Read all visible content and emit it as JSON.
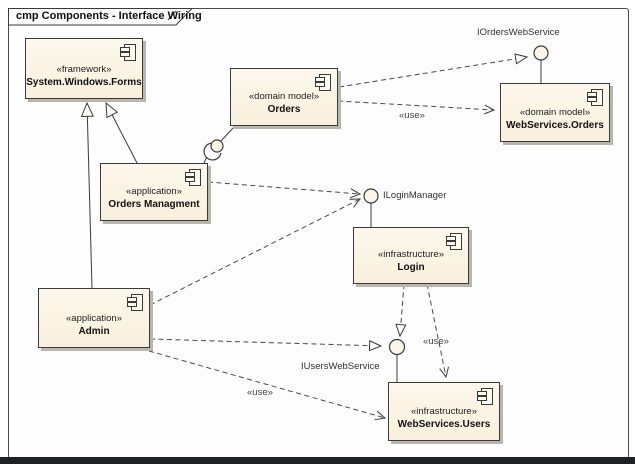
{
  "diagram": {
    "title": "cmp Components - Interface Wiring",
    "components": [
      {
        "id": "system-windows-forms",
        "stereotype": "«framework»",
        "name": "System.Windows.Forms"
      },
      {
        "id": "orders",
        "stereotype": "«domain model»",
        "name": "Orders"
      },
      {
        "id": "webservices-orders",
        "stereotype": "«domain model»",
        "name": "WebServices.Orders"
      },
      {
        "id": "orders-managment",
        "stereotype": "«application»",
        "name": "Orders Managment"
      },
      {
        "id": "login",
        "stereotype": "«infrastructure»",
        "name": "Login"
      },
      {
        "id": "admin",
        "stereotype": "«application»",
        "name": "Admin"
      },
      {
        "id": "webservices-users",
        "stereotype": "«infrastructure»",
        "name": "WebServices.Users"
      }
    ],
    "interfaces": [
      {
        "id": "iordersweb",
        "name": "IOrdersWebService"
      },
      {
        "id": "iloginmanager",
        "name": "ILoginManager"
      },
      {
        "id": "iusersweb",
        "name": "IUsersWebService"
      }
    ],
    "edge_labels": {
      "orders_to_wsorders": "«use»",
      "login_to_wsusers": "«use»",
      "admin_to_wsusers": "«use»"
    },
    "colors": {
      "component_fill": "#fbf3e2",
      "component_border": "#3a3a3a",
      "shadow": "#bab6ab",
      "connector": "#4a4a4a",
      "frame_border": "#4a4a4a",
      "bottom_bar": "#1e2028",
      "canvas": "#fdfdfd"
    }
  }
}
